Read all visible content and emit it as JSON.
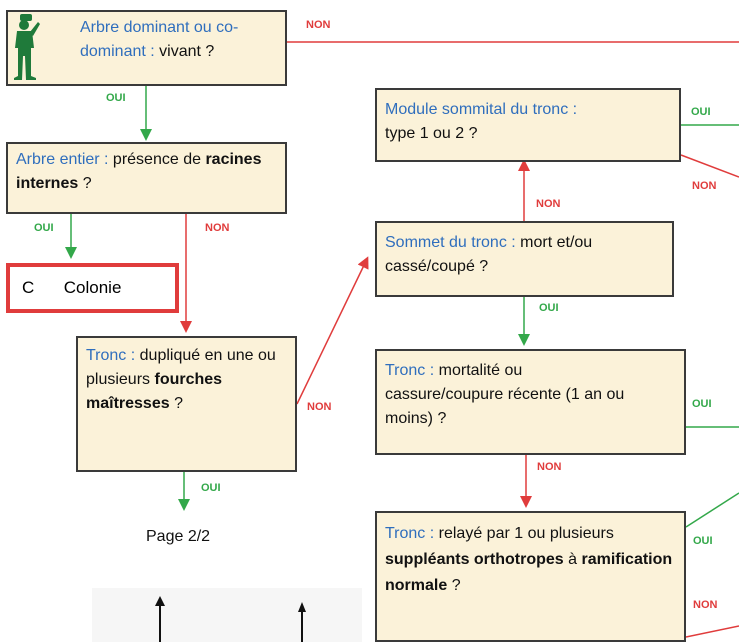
{
  "boxes": {
    "b1": {
      "label": "Arbre dominant ou co-dominant :",
      "text": " vivant ?"
    },
    "b2": {
      "label": "Arbre entier :",
      "text": " présence de ",
      "bold": "racines internes",
      "tail": " ?"
    },
    "b3": {
      "label": "Tronc :",
      "text": " dupliqué en une ou plusieurs ",
      "bold": "fourches maîtresses",
      "tail": " ?"
    },
    "b4": {
      "label": "Module sommital du tronc :",
      "text": " type 1 ou 2 ?"
    },
    "b5": {
      "label": "Sommet du tronc :",
      "text": " mort et/ou cassé/coupé ?"
    },
    "b6": {
      "label": "Tronc :",
      "text": " mortalité ou cassure/coupure récente (1 an ou moins) ?"
    },
    "b7": {
      "label": "Tronc :",
      "text": " relayé par 1 ou plusieurs ",
      "bold1": "suppléants orthotropes",
      "mid": " à ",
      "bold2": "ramification normale",
      "tail": " ?"
    }
  },
  "colonie": {
    "code": "C",
    "name": "Colonie"
  },
  "page_label": "Page 2/2",
  "edge_labels": {
    "oui": "OUI",
    "non": "NON"
  },
  "colors": {
    "box_fill": "#fbf2d9",
    "label_blue": "#2f6ebd",
    "oui_green": "#33a84a",
    "non_red": "#e03c3c"
  },
  "icons": {
    "tree_person": "person-with-binoculars-icon"
  }
}
